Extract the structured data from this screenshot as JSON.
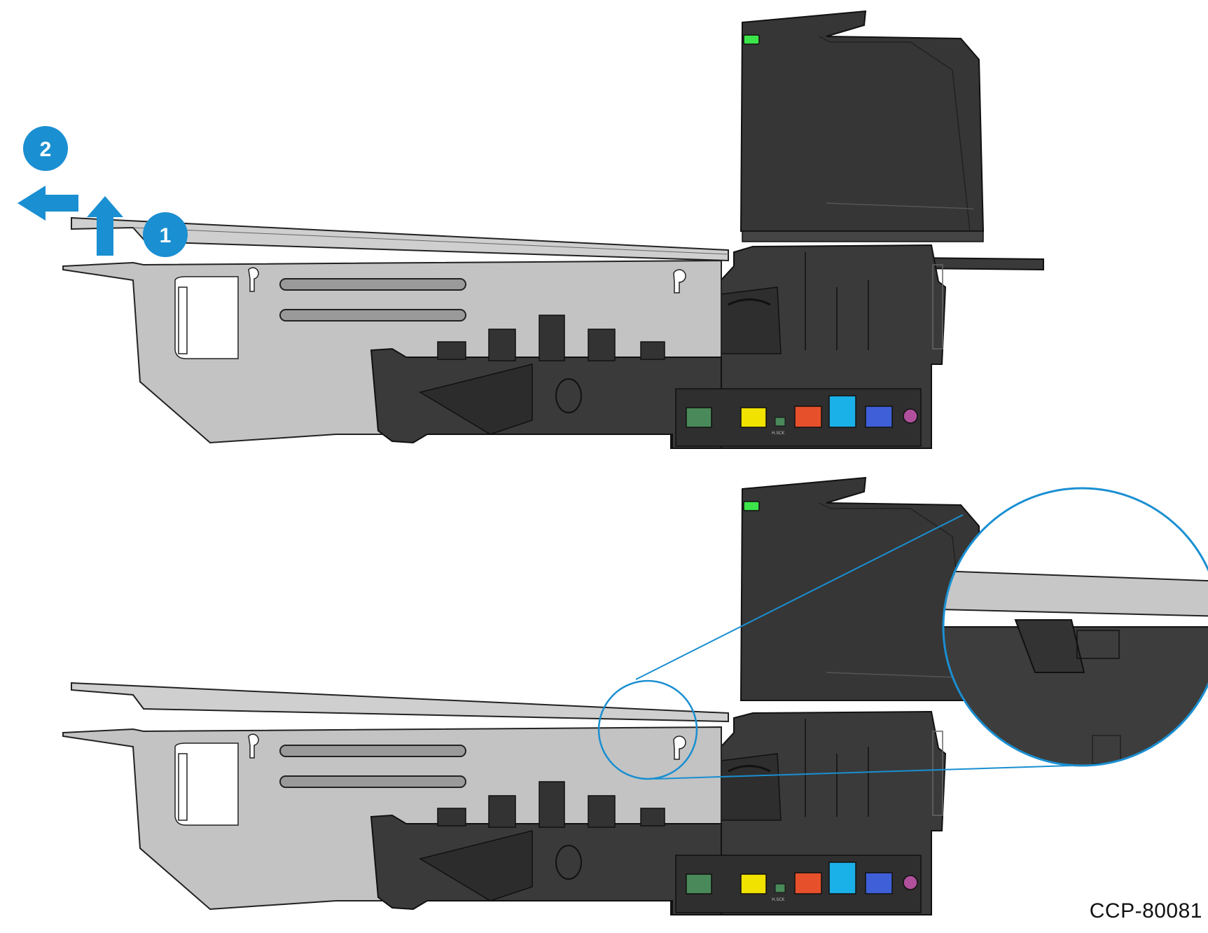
{
  "steps": [
    {
      "number": "1",
      "direction": "up"
    },
    {
      "number": "2",
      "direction": "left"
    }
  ],
  "ports": [
    "H.SCK"
  ],
  "document_code": "CCP-80081",
  "colors": {
    "accent_blue": "#1a8fd1",
    "scanner_body": "#3a3a3a",
    "tray_gray": "#c3c3c3",
    "indicator_green": "#3ce54a",
    "port_green": "#4a8a5a",
    "port_yellow": "#f2e200",
    "port_orange": "#e6502a",
    "port_cyan": "#1ab0e8",
    "port_blue": "#3f5fd8",
    "port_magenta": "#b0509c"
  },
  "icons": [
    "arrow-up-icon",
    "arrow-left-icon"
  ]
}
